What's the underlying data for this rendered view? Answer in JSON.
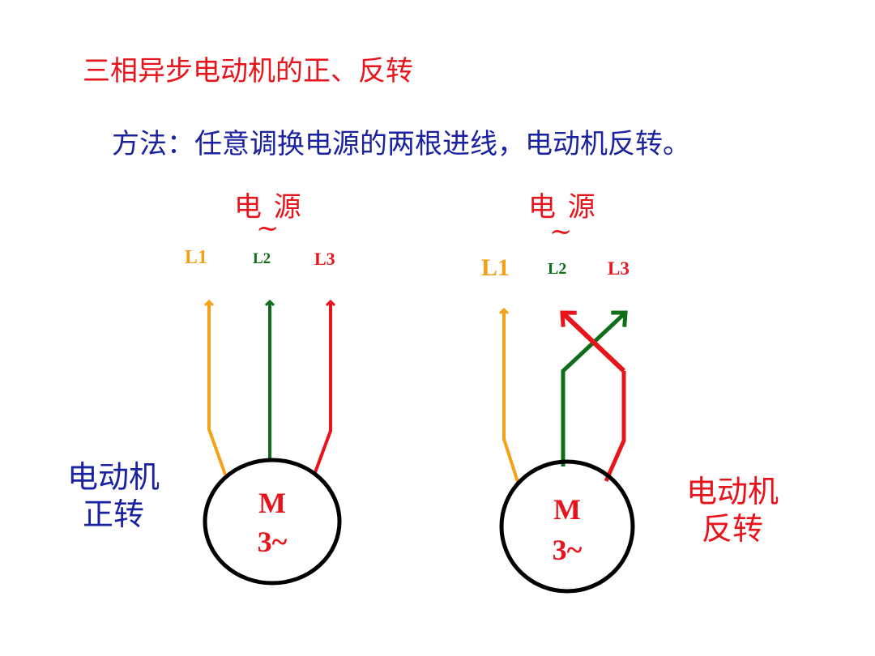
{
  "slide": {
    "title": "三相异步电动机的正、反转",
    "method": "方法：任意调换电源的两根进线，电动机反转。"
  },
  "left": {
    "source_label": "电 源",
    "tilde": "~",
    "phases": [
      "L1",
      "L2",
      "L3"
    ],
    "motor": {
      "line1": "M",
      "line2": "3~"
    },
    "side_label": [
      "电动机",
      "正转"
    ]
  },
  "right": {
    "source_label": "电 源",
    "tilde": "~",
    "phases": [
      "L1",
      "L2",
      "L3"
    ],
    "motor": {
      "line1": "M",
      "line2": "3~"
    },
    "side_label": [
      "电动机",
      "反转"
    ]
  },
  "colors": {
    "L1": "#f5a117",
    "L2": "#0f6e1a",
    "L3": "#e8141c",
    "title": "#e8141c",
    "method": "#1a22a0",
    "motor_outline": "#000000"
  }
}
